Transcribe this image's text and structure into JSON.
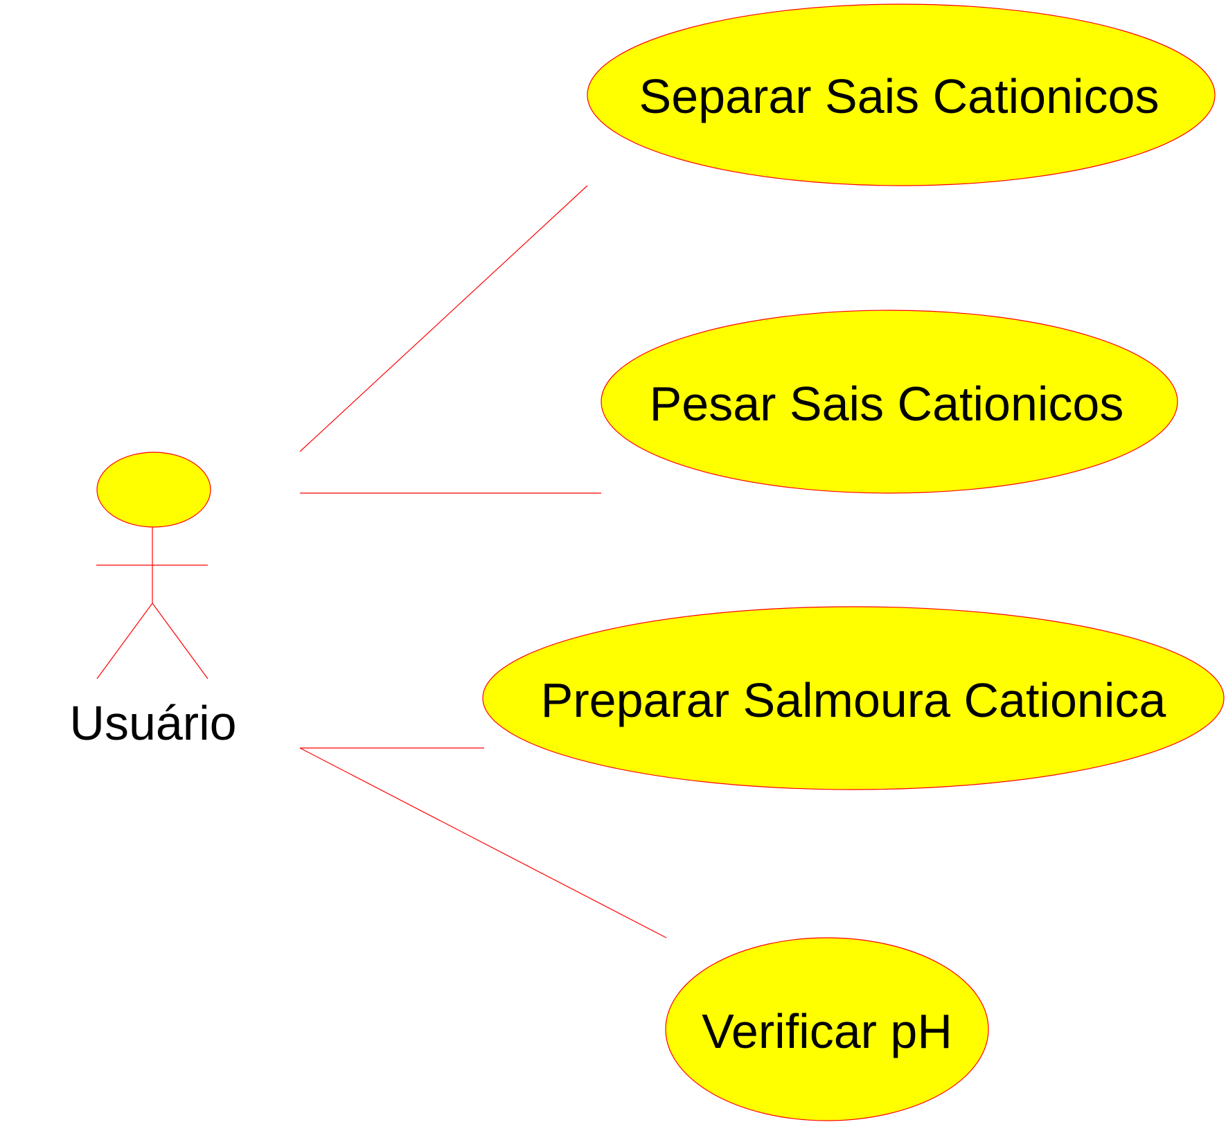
{
  "diagram": {
    "actor": {
      "name": "Usuário"
    },
    "use_cases": [
      {
        "label": "Separar Sais Cationicos"
      },
      {
        "label": "Pesar Sais Cationicos"
      },
      {
        "label": "Preparar Salmoura Cationica"
      },
      {
        "label": "Verificar pH"
      }
    ],
    "colors": {
      "fill": "#ffff00",
      "stroke": "#ff0000",
      "text": "#000000"
    }
  }
}
